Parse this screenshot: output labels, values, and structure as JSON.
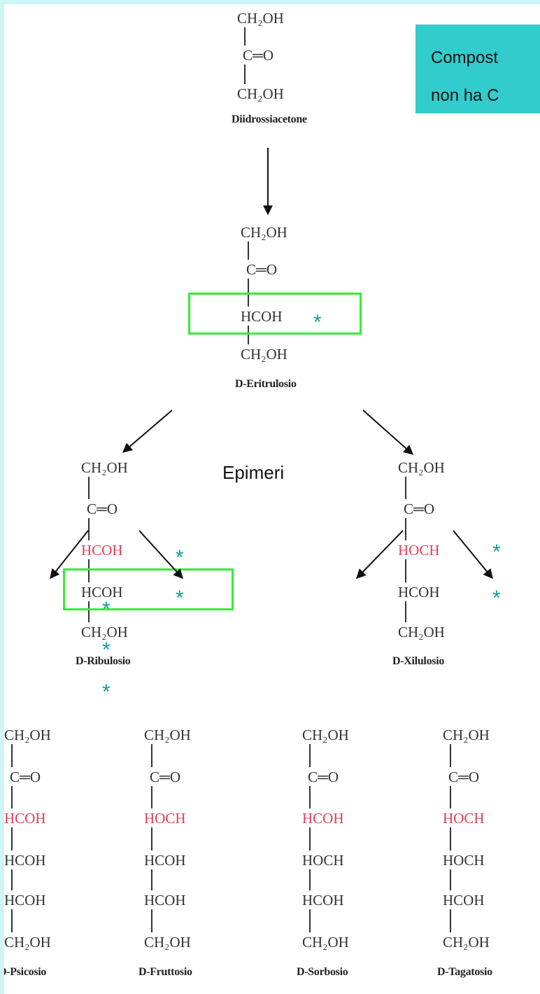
{
  "note": {
    "line1": "Compost",
    "line2": "non ha C"
  },
  "epimeri_label": "Epimeri",
  "star_symbol": "*",
  "molecules": {
    "diidrossiacetone": {
      "rows": [
        "CH₂OH",
        "C═O",
        "CH₂OH"
      ],
      "name": "Diidrossiacetone"
    },
    "eritrulosio": {
      "rows": [
        "CH₂OH",
        "C═O",
        "HCOH",
        "CH₂OH"
      ],
      "name": "D-Eritrulosio"
    },
    "ribulosio": {
      "rows": [
        "CH₂OH",
        "C═O",
        "HCOH",
        "HCOH",
        "CH₂OH"
      ],
      "name": "D-Ribulosio"
    },
    "xilulosio": {
      "rows": [
        "CH₂OH",
        "C═O",
        "HOCH",
        "HCOH",
        "CH₂OH"
      ],
      "name": "D-Xilulosio"
    },
    "psicosio": {
      "rows": [
        "CH₂OH",
        "C═O",
        "HCOH",
        "HCOH",
        "HCOH",
        "CH₂OH"
      ],
      "name": "D-Psicosio"
    },
    "fruttosio": {
      "rows": [
        "CH₂OH",
        "C═O",
        "HOCH",
        "HCOH",
        "HCOH",
        "CH₂OH"
      ],
      "name": "D-Fruttosio"
    },
    "sorbosio": {
      "rows": [
        "CH₂OH",
        "C═O",
        "HCOH",
        "HOCH",
        "HCOH",
        "CH₂OH"
      ],
      "name": "D-Sorbosio"
    },
    "tagatosio": {
      "rows": [
        "CH₂OH",
        "C═O",
        "HOCH",
        "HOCH",
        "HCOH",
        "CH₂OH"
      ],
      "name": "D-Tagatosio"
    }
  },
  "colors": {
    "background": "#cdf6f6",
    "note_box": "#33cccc",
    "highlight": "#33ee33",
    "star": "#159c9c",
    "new_carbon": "#e0405a"
  }
}
